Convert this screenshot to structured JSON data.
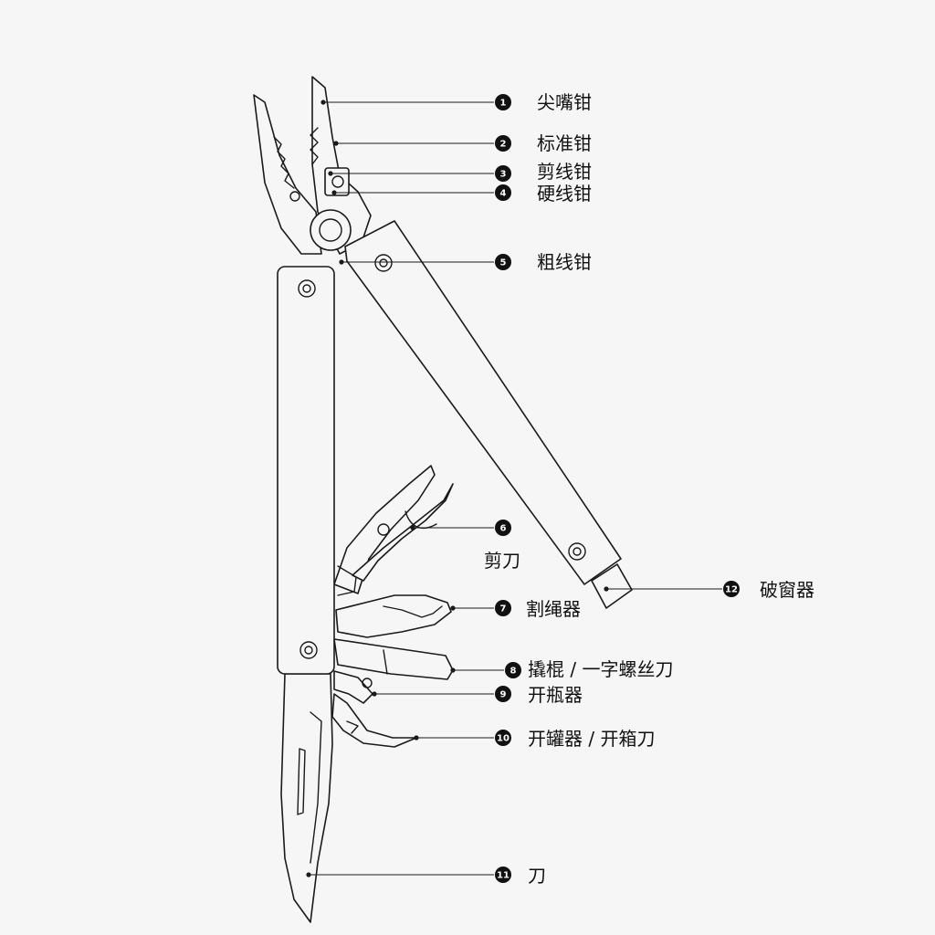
{
  "colors": {
    "background": "#f6f6f6",
    "line": "#1a1a1a",
    "badge": "#111111"
  },
  "callouts": [
    {
      "number": "1",
      "label": "尖嘴钳"
    },
    {
      "number": "2",
      "label": "标准钳"
    },
    {
      "number": "3",
      "label": "剪线钳"
    },
    {
      "number": "4",
      "label": "硬线钳"
    },
    {
      "number": "5",
      "label": "粗线钳"
    },
    {
      "number": "6",
      "label": "剪刀"
    },
    {
      "number": "7",
      "label": "割绳器"
    },
    {
      "number": "8",
      "label": "撬棍 / 一字螺丝刀"
    },
    {
      "number": "9",
      "label": "开瓶器"
    },
    {
      "number": "10",
      "label": "开罐器 / 开箱刀"
    },
    {
      "number": "11",
      "label": "刀"
    },
    {
      "number": "12",
      "label": "破窗器"
    }
  ]
}
